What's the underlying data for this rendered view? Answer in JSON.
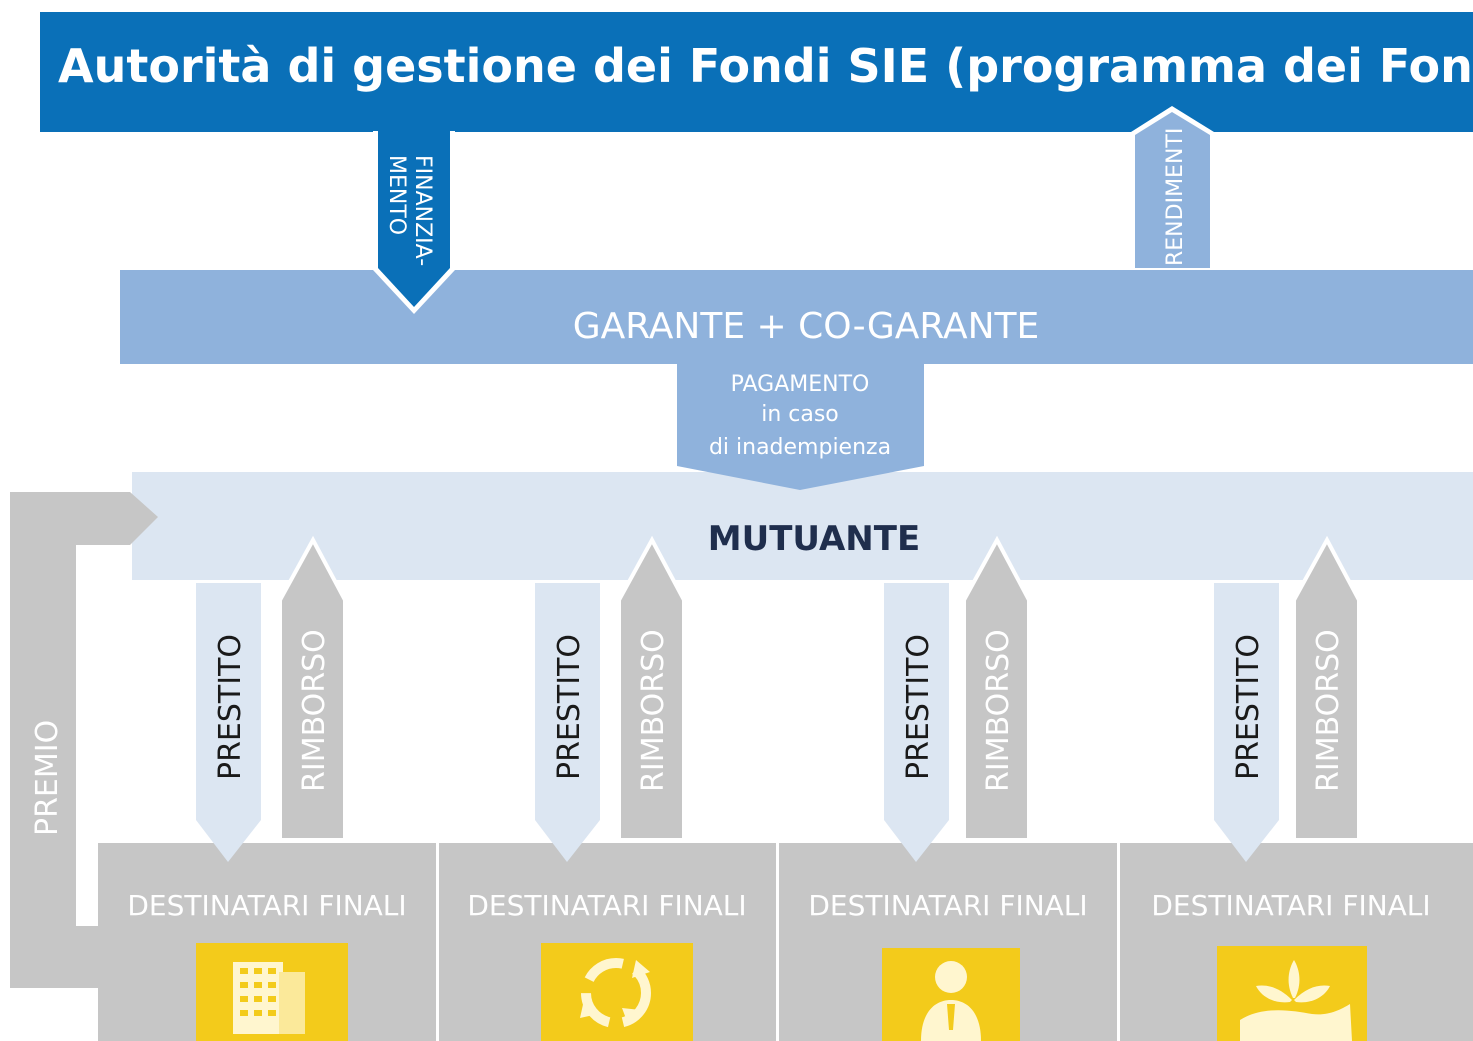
{
  "authority": {
    "title": "Autorità di gestione dei Fondi SIE (programma dei Fondi SIE)"
  },
  "flows": {
    "funding": {
      "line1": "FINANZIA-",
      "line2": "MENTO"
    },
    "returns": "RENDIMENTI",
    "payment": {
      "line1": "PAGAMENTO",
      "line2": "in caso",
      "line3": "di inadempienza"
    },
    "premium": "PREMIO"
  },
  "guarantor": {
    "label": "GARANTE + CO-GARANTE"
  },
  "lender": {
    "label": "MUTUANTE"
  },
  "recipients": [
    {
      "label": "DESTINATARI FINALI",
      "loan": "PRESTITO",
      "repayment": "RIMBORSO",
      "icon": "building-icon"
    },
    {
      "label": "DESTINATARI FINALI",
      "loan": "PRESTITO",
      "repayment": "RIMBORSO",
      "icon": "recycle-icon"
    },
    {
      "label": "DESTINATARI FINALI",
      "loan": "PRESTITO",
      "repayment": "RIMBORSO",
      "icon": "person-icon"
    },
    {
      "label": "DESTINATARI FINALI",
      "loan": "PRESTITO",
      "repayment": "RIMBORSO",
      "icon": "plant-in-hand-icon"
    }
  ],
  "colors": {
    "authority": "#0a70b8",
    "guarantor": "#8fb2dc",
    "lender": "#dce6f2",
    "grey": "#c6c6c6",
    "icon_bg": "#f3cb1b",
    "dark_text": "#1f2e4d"
  }
}
